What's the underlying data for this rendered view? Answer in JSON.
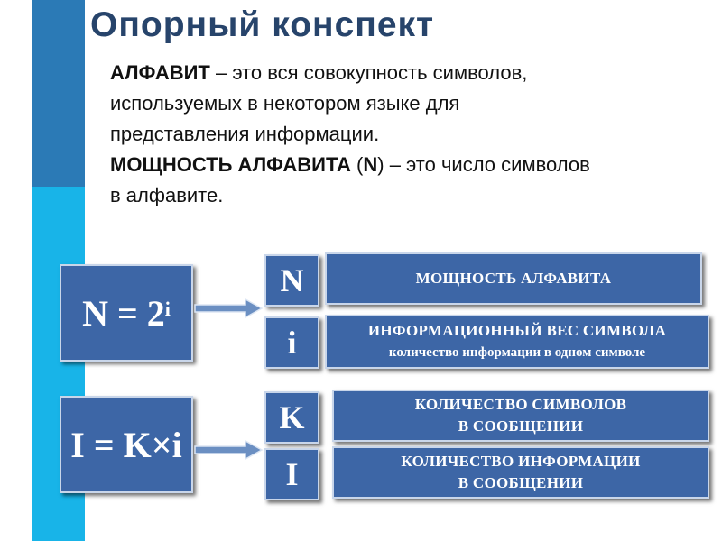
{
  "title": "Опорный конспект",
  "definitions": {
    "alphabet_term": "АЛФАВИТ",
    "alphabet_def_1": " – это вся совокупность символов,",
    "alphabet_def_2": "используемых в некотором языке  для",
    "alphabet_def_3": "представления информации.",
    "power_term": "МОЩНОСТЬ АЛФАВИТА",
    "power_open": " (",
    "power_symbol": "N",
    "power_def_1": ") – это число символов",
    "power_def_2": "в алфавите."
  },
  "formula1": {
    "lhs": "N = 2",
    "exp": "i",
    "rows": [
      {
        "symbol": "N",
        "label": "МОЩНОСТЬ АЛФАВИТА",
        "sublabel": ""
      },
      {
        "symbol": "i",
        "label": "ИНФОРМАЦИОННЫЙ ВЕС СИМВОЛА",
        "sublabel": "количество информации в одном символе"
      }
    ]
  },
  "formula2": {
    "text": "I = K×i",
    "rows": [
      {
        "symbol": "K",
        "label_1": "КОЛИЧЕСТВО  СИМВОЛОВ",
        "label_2": "В СООБЩЕНИИ"
      },
      {
        "symbol": "I",
        "label_1": "КОЛИЧЕСТВО ИНФОРМАЦИИ",
        "label_2": "В СООБЩЕНИИ"
      }
    ]
  },
  "colors": {
    "stripe_dark": "#2b7ab6",
    "stripe_light": "#18b4e8",
    "title": "#27446b",
    "box_fill": "#3d66a6",
    "box_border": "#c9d6ea"
  }
}
